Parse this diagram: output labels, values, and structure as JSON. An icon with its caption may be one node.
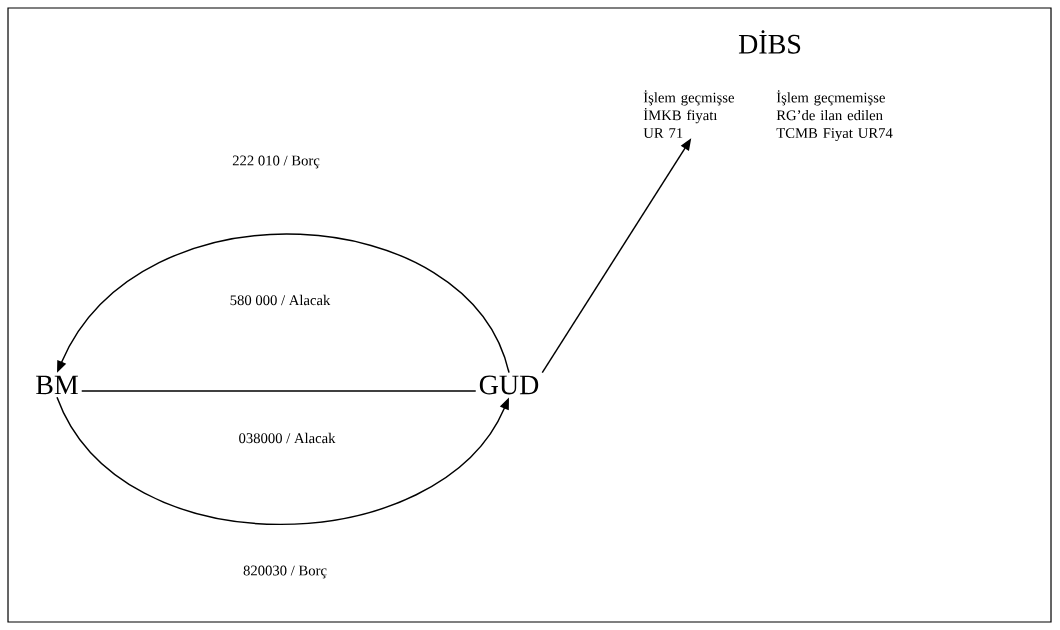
{
  "diagram": {
    "nodes": [
      {
        "text": [
          "BM"
        ]
      },
      {
        "text": [
          "GUD"
        ]
      },
      {
        "text": [
          "İşlem geçmişse İMKB fiyatı UR 71"
        ]
      },
      {
        "text": [
          "İşlem geçmemişse RG’de ilan edilen TCMB Fiyat UR74"
        ]
      }
    ],
    "edges": [
      {
        "from": 1,
        "to": 0,
        "arrow": "to",
        "label": "222 010 / Borç"
      },
      {
        "from": 0,
        "to": 1,
        "arrow": "none"
      },
      {
        "from": 0,
        "to": 1,
        "arrow": "to",
        "label": "820030 / Borç"
      },
      {
        "from": 1,
        "to": 2,
        "arrow": "to"
      }
    ],
    "labels": [
      "DİBS",
      "580 000 / Alacak",
      "038000 / Alacak"
    ]
  }
}
